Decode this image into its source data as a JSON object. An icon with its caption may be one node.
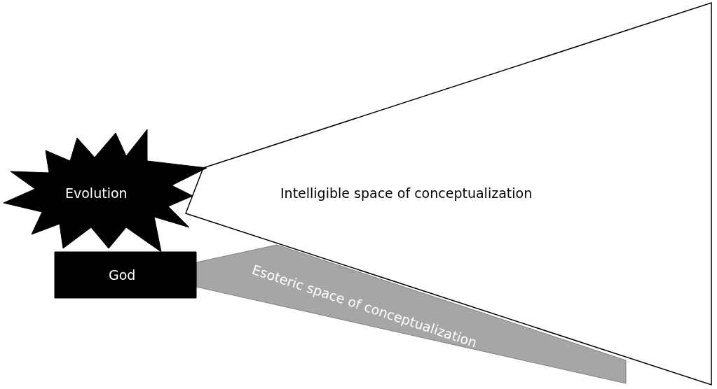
{
  "diagram": {
    "nodes": [
      {
        "text": [
          "Intelligible space of conceptualization"
        ]
      },
      {
        "text": [
          "Esoteric space of conceptualization"
        ]
      },
      {
        "text": [
          "Evolution"
        ]
      },
      {
        "text": [
          "God"
        ]
      }
    ]
  }
}
